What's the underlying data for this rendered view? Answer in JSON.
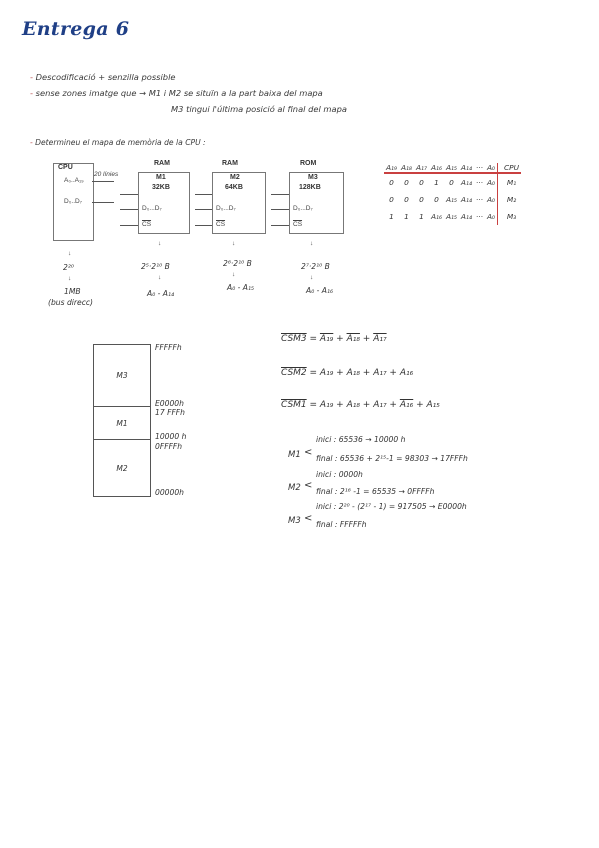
{
  "title": "Entrega 6",
  "notes": {
    "line1": "Descodificació + senzilla possible",
    "line2": "sense zones imatge que → M1 i M2 se situïn a la part baixa del mapa",
    "line3": "M3 tingui l'última posició al final del mapa",
    "line4": "Determineu el mapa de memòria de la CPU :"
  },
  "diagram": {
    "cpu": {
      "label": "CPU",
      "addr": "A₀..A₁₉",
      "data": "D₀..D₇",
      "lines": "20 línies",
      "size": "2²⁰",
      "size2": "1MB",
      "note": "(bus direcc)"
    },
    "chips": [
      {
        "kind": "RAM",
        "name": "M1",
        "size": "32KB",
        "data": "D₀...D₇",
        "cs": "CS",
        "calc": "2⁵·2¹⁰ B",
        "range": "A₀ - A₁₄"
      },
      {
        "kind": "RAM",
        "name": "M2",
        "size": "64KB",
        "data": "D₀...D₇",
        "cs": "CS",
        "calc": "2⁶·2¹⁰ B",
        "range": "A₀ - A₁₅"
      },
      {
        "kind": "ROM",
        "name": "M3",
        "size": "128KB",
        "data": "D₀...D₇",
        "cs": "CS",
        "calc": "2⁷·2¹⁰ B",
        "range": "A₀ - A₁₆"
      }
    ]
  },
  "table": {
    "headers": [
      "A₁₉",
      "A₁₈",
      "A₁₇",
      "A₁₆",
      "A₁₅",
      "A₁₄",
      "···",
      "A₀",
      "CPU"
    ],
    "rows": [
      [
        "0",
        "0",
        "0",
        "1",
        "0",
        "A₁₄",
        "···",
        "A₀",
        "M₁"
      ],
      [
        "0",
        "0",
        "0",
        "0",
        "A₁₅",
        "A₁₄",
        "···",
        "A₀",
        "M₂"
      ],
      [
        "1",
        "1",
        "1",
        "A₁₆",
        "A₁₅",
        "A₁₄",
        "···",
        "A₀",
        "M₃"
      ]
    ]
  },
  "memmap": {
    "blocks": [
      "M3",
      "M1",
      "M2"
    ],
    "addr_top": "FFFFFh",
    "addr_e": "E0000h",
    "addr_17": "17 FFFh",
    "addr_10": "10000 h",
    "addr_0f": "0FFFFh",
    "addr_00": "00000h"
  },
  "equations": {
    "csm3_lhs": "CSM3",
    "csm3_t1": "A₁₉",
    "csm3_t2": "A₁₈",
    "csm3_t3": "A₁₇",
    "csm2_lhs": "CSM2",
    "csm2_rhs": "= A₁₉ + A₁₈ + A₁₇ + A₁₆",
    "csm1_lhs": "CSM1",
    "csm1_a": "= A₁₉ + A₁₈ + A₁₇ +",
    "csm1_b": "A₁₆",
    "csm1_c": "+ A₁₅"
  },
  "calcs": {
    "m1_label": "M1",
    "m1_inici": "inici : 65536 → 10000 h",
    "m1_final": "final : 65536 + 2¹⁵-1 = 98303 → 17FFFh",
    "m2_label": "M2",
    "m2_inici": "inici : 0000h",
    "m2_final": "final : 2¹⁶ -1 = 65535 → 0FFFFh",
    "m3_label": "M3",
    "m3_inici": "inici : 2²⁰ - (2¹⁷ - 1) = 917505 → E0000h",
    "m3_final": "final : FFFFFh"
  }
}
